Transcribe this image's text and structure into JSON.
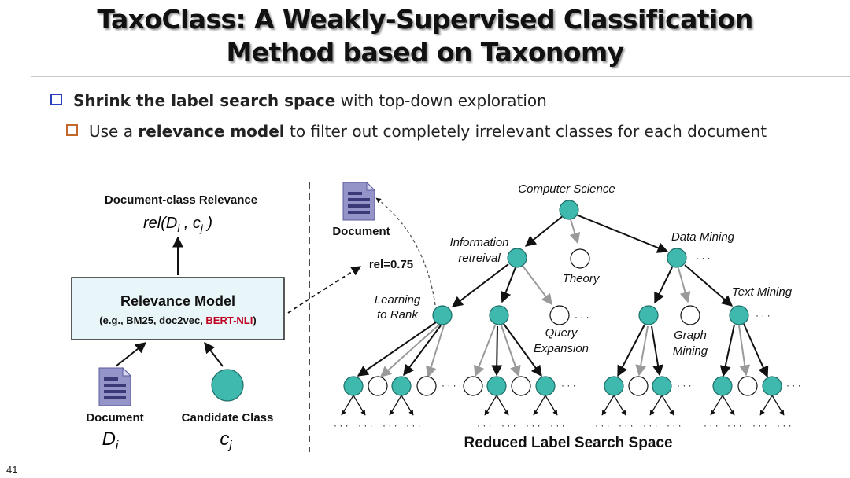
{
  "slide": {
    "title_line1": "TaxoClass: A Weakly-Supervised Classification",
    "title_line2": "Method based on Taxonomy",
    "bullet1_bold": "Shrink the label search space",
    "bullet1_rest": " with top-down exploration",
    "bullet2_pre": "Use a ",
    "bullet2_bold": "relevance model",
    "bullet2_rest": " to filter out completely irrelevant classes for each document",
    "page_number": "41"
  },
  "left_diagram": {
    "relevance_title": "Document-class Relevance",
    "rel_func": "rel",
    "rel_args": "(D",
    "rel_sub_i": "i",
    "rel_comma": " , c",
    "rel_sub_j": "j",
    "rel_close": " )",
    "model_title": "Relevance Model",
    "model_examples": "(e.g., BM25, doc2vec, ",
    "model_highlight": "BERT-NLI",
    "model_close": ")",
    "doc_label": "Document",
    "doc_symbol": "D",
    "doc_sub": "i",
    "class_label": "Candidate Class",
    "class_symbol": "c",
    "class_sub": "j",
    "highlight_color": "#c00020"
  },
  "right_diagram": {
    "doc_label": "Document",
    "rel_value": "rel=0.75",
    "nodes": {
      "root": "Computer Science",
      "ir_line1": "Information",
      "ir_line2": "retreival",
      "theory": "Theory",
      "dm": "Data Mining",
      "ltr_line1": "Learning",
      "ltr_line2": "to Rank",
      "qe_line1": "Query",
      "qe_line2": "Expansion",
      "tm": "Text Mining",
      "gm_line1": "Graph",
      "gm_line2": "Mining"
    },
    "caption": "Reduced Label Search Space",
    "ellipsis": "· · ·",
    "node_fill": "#3fb8ae"
  }
}
